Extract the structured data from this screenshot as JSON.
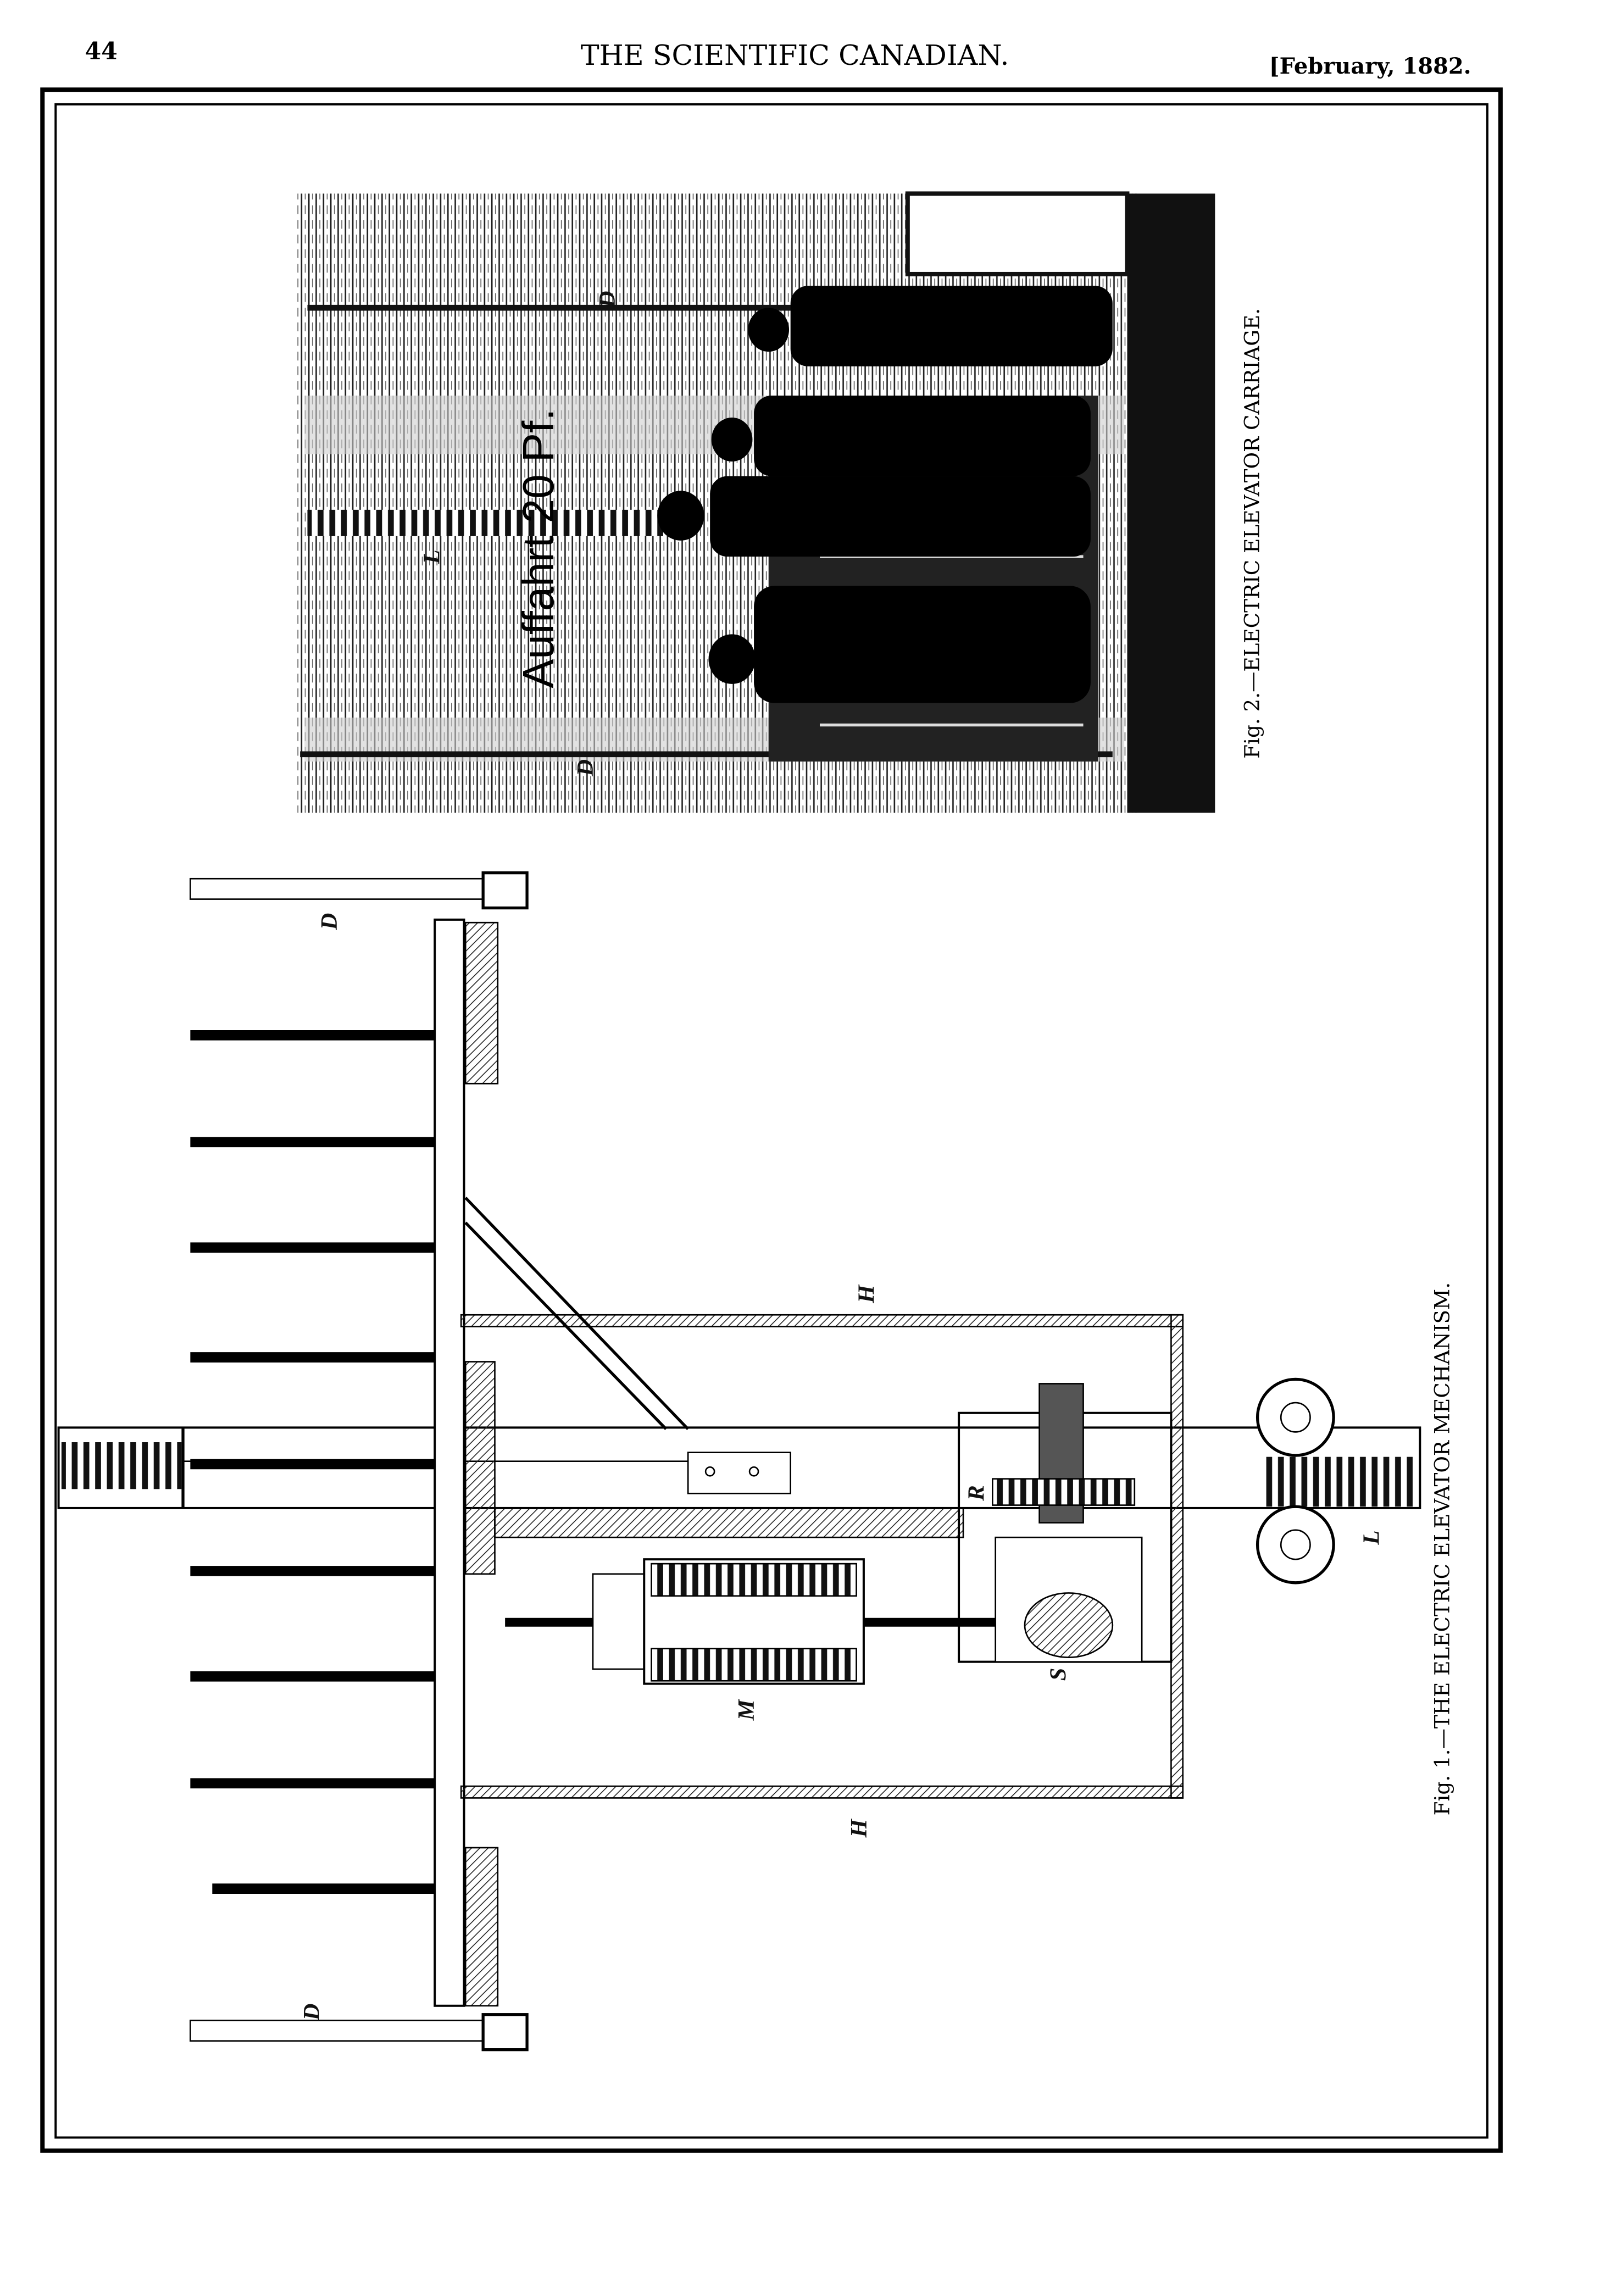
{
  "header": {
    "page_number": "44",
    "journal_title": "THE SCIENTIFIC CANADIAN.",
    "date": "[February, 1882."
  },
  "figure2": {
    "caption": "Fig. 2.—ELECTRIC ELEVATOR CARRIAGE.",
    "sign_text": "Auffahrt 20 Pf.",
    "labels": [
      "D",
      "L",
      "D"
    ]
  },
  "figure1": {
    "caption": "Fig. 1.—THE ELECTRIC ELEVATOR MECHANISM.",
    "labels": {
      "d_top": "D",
      "d_bottom": "D",
      "h_top": "H",
      "h_bottom": "H",
      "r": "R",
      "m": "M",
      "s": "S",
      "l": "L"
    }
  }
}
